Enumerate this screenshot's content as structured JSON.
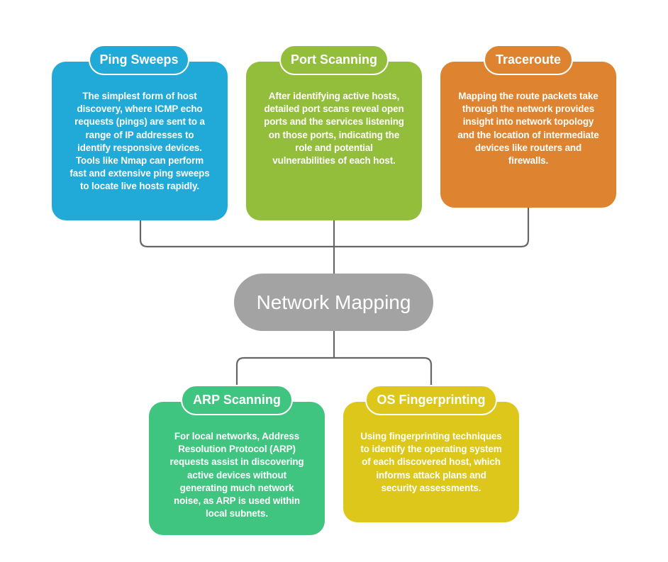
{
  "center": {
    "label": "Network Mapping",
    "color": "#a3a3a3"
  },
  "connector_color": "#666666",
  "nodes": [
    {
      "title": "Ping Sweeps",
      "color": "#21a9d8",
      "description": "The simplest form of host discovery, where ICMP echo requests (pings) are sent to a range of IP addresses to identify responsive devices. Tools like Nmap can perform fast and extensive ping sweeps to locate live hosts rapidly."
    },
    {
      "title": "Port Scanning",
      "color": "#93be3b",
      "description": "After identifying active hosts, detailed port scans reveal open ports and the services listening on those ports, indicating the role and potential vulnerabilities of each host."
    },
    {
      "title": "Traceroute",
      "color": "#de8430",
      "description": "Mapping the route packets take through the network provides insight into network topology and the location of intermediate devices like routers and firewalls."
    },
    {
      "title": "ARP Scanning",
      "color": "#3fc580",
      "description": "For local networks, Address Resolution Protocol (ARP) requests assist in discovering active devices without generating much network noise, as ARP is used within local subnets."
    },
    {
      "title": "OS Fingerprinting",
      "color": "#dcc71a",
      "description": "Using fingerprinting techniques to identify the operating system of each discovered host, which informs attack plans and security assessments."
    }
  ]
}
